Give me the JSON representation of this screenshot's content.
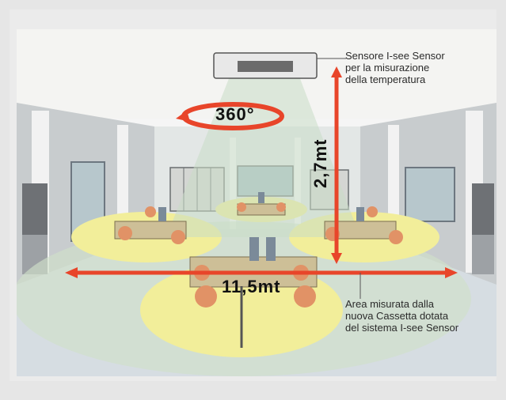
{
  "sensor_label": {
    "lines": [
      "Sensore I-see Sensor",
      "per la misurazione",
      "della temperatura"
    ]
  },
  "area_label": {
    "lines": [
      "Area misurata dalla",
      "nuova Cassetta dotata",
      "del sistema I-see Sensor"
    ]
  },
  "rotation_label": "360°",
  "height_label": "2,7mt",
  "width_label": "11,5mt",
  "colors": {
    "arrow": "#e8452a",
    "zone": "#f2ee9a",
    "cone": "#c9dcc7",
    "floor": "#d6dde2",
    "background": "#ebebeb"
  }
}
